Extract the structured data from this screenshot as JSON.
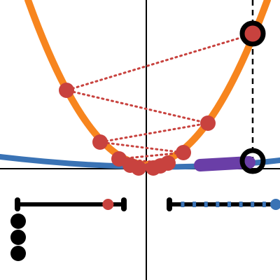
{
  "colors": {
    "parabola": "#F7851E",
    "tangent": "#3A73B5",
    "points": "#C8423E",
    "path": "#C8423E",
    "momentum": "#6A3EA7",
    "axes": "#000000",
    "slider_track": "#000000",
    "slider_ticks": "#3A73B5"
  },
  "icons": {
    "current_point": "ring-point-icon",
    "momentum_end": "ring-point-icon",
    "toggle": "dot-toggle-icon"
  },
  "controls": {
    "learning_rate_slider_value": 0.85,
    "momentum_slider_value": 1.0,
    "momentum_slider_tick_count": 8,
    "toggle_count": 3
  }
}
